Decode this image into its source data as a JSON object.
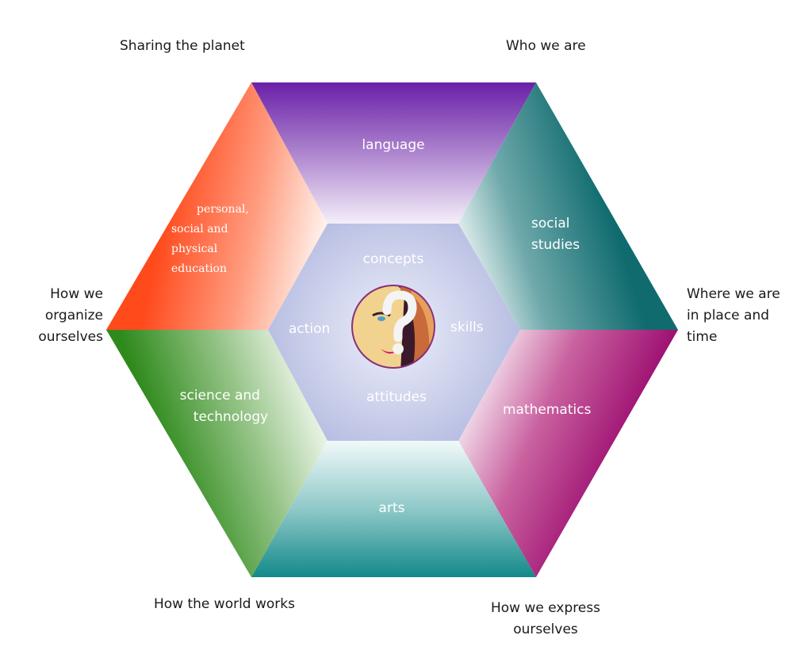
{
  "themes": {
    "top_left": "Sharing the planet",
    "top_right": "Who we are",
    "right": [
      "Where we are",
      "in place and",
      "time"
    ],
    "left": [
      "How we",
      "organize",
      "ourselves"
    ],
    "bottom_left": "How the world works",
    "bottom_right": [
      "How we express",
      "ourselves"
    ]
  },
  "subjects": {
    "language": "language",
    "social_studies": [
      "social",
      "studies"
    ],
    "mathematics": "mathematics",
    "arts": "arts",
    "science_technology": [
      "science and",
      "technology"
    ],
    "pspe": [
      "personal,",
      "social and",
      "physical",
      "education"
    ]
  },
  "core": {
    "concepts": "concepts",
    "skills": "skills",
    "attitudes": "attitudes",
    "action": "action"
  },
  "colors": {
    "language": "#6a1fa8",
    "social_studies": "#0f6b6e",
    "mathematics": "#9a0a6e",
    "arts": "#13898a",
    "science_technology": "#2f8a1c",
    "pspe": "#ff4a1c",
    "core": "#c3c8e6"
  }
}
